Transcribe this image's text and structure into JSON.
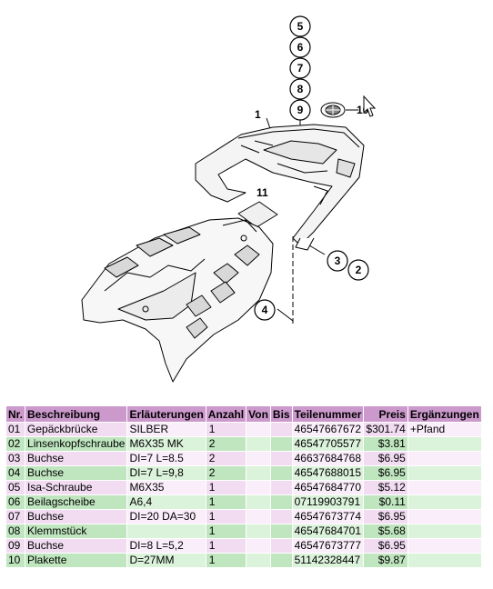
{
  "diagram": {
    "callouts": [
      "5",
      "6",
      "7",
      "8",
      "9",
      "3",
      "2",
      "4"
    ],
    "labels": [
      "1",
      "11",
      "10"
    ]
  },
  "table": {
    "headers": [
      "Nr.",
      "Beschreibung",
      "Erläuterungen",
      "Anzahl",
      "Von",
      "Bis",
      "Teilenummer",
      "Preis",
      "Ergänzungen"
    ],
    "rows": [
      [
        "01",
        "Gepäckbrücke",
        "SILBER",
        "1",
        "",
        "",
        "46547667672",
        "$301.74",
        "+Pfand"
      ],
      [
        "02",
        "Linsenkopfschraube",
        "M6X35 MK",
        "2",
        "",
        "",
        "46547705577",
        "$3.81",
        ""
      ],
      [
        "03",
        "Buchse",
        "DI=7 L=8.5",
        "2",
        "",
        "",
        "46637684768",
        "$6.95",
        ""
      ],
      [
        "04",
        "Buchse",
        "DI=7 L=9,8",
        "2",
        "",
        "",
        "46547688015",
        "$6.95",
        ""
      ],
      [
        "05",
        "Isa-Schraube",
        "M6X35",
        "1",
        "",
        "",
        "46547684770",
        "$5.12",
        ""
      ],
      [
        "06",
        "Beilagscheibe",
        "A6,4",
        "1",
        "",
        "",
        "07119903791",
        "$0.11",
        ""
      ],
      [
        "07",
        "Buchse",
        "DI=20 DA=30",
        "1",
        "",
        "",
        "46547673774",
        "$6.95",
        ""
      ],
      [
        "08",
        "Klemmstück",
        "",
        "1",
        "",
        "",
        "46547684701",
        "$5.68",
        ""
      ],
      [
        "09",
        "Buchse",
        "DI=8 L=5,2",
        "1",
        "",
        "",
        "46547673777",
        "$6.95",
        ""
      ],
      [
        "10",
        "Plakette",
        "D=27MM",
        "1",
        "",
        "",
        "51142328447",
        "$9.87",
        ""
      ]
    ]
  }
}
